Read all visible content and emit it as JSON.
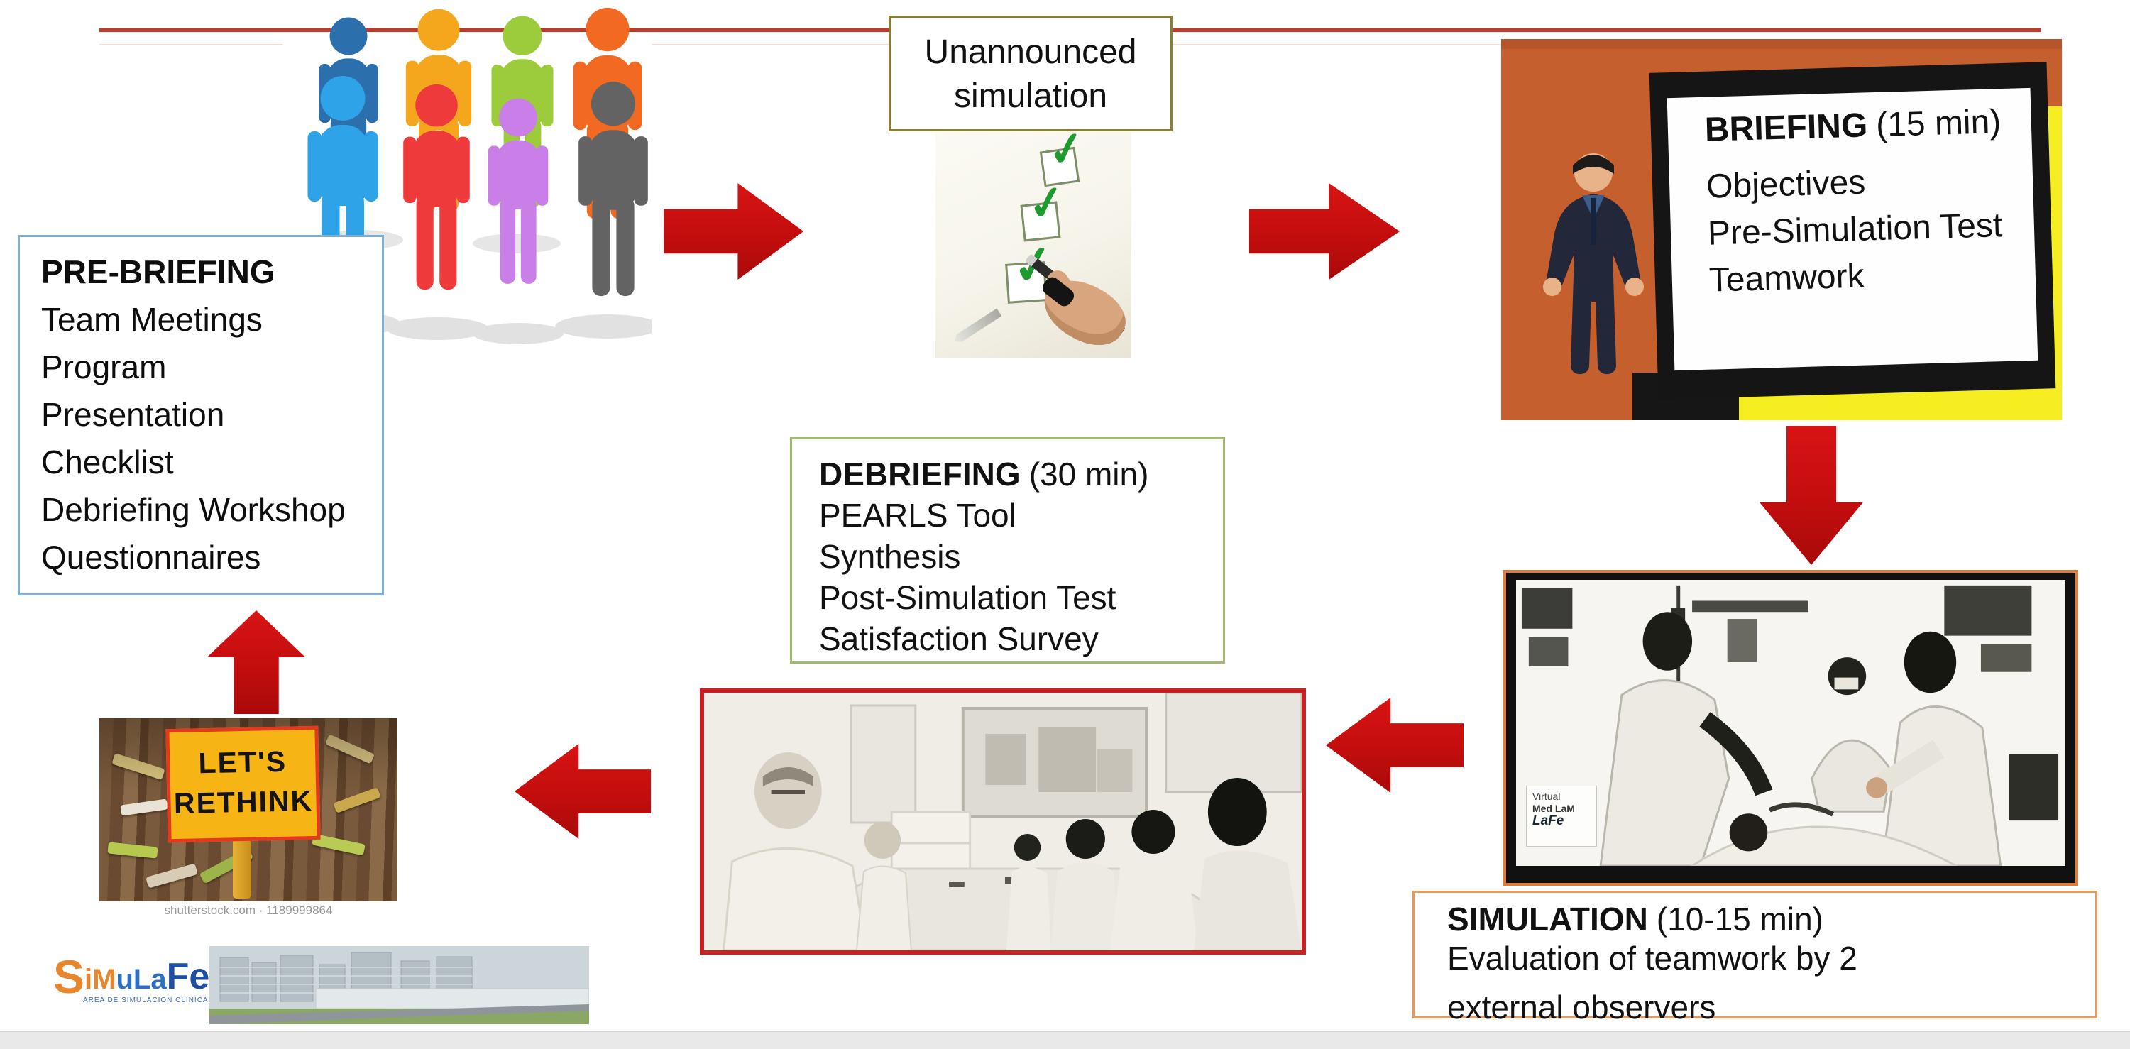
{
  "pre_briefing": {
    "title": "PRE-BRIEFING",
    "items": [
      "Team Meetings",
      "Program",
      "Presentation",
      "Checklist",
      "Debriefing Workshop",
      "Questionnaires"
    ],
    "border_color": "#7fafd4"
  },
  "unannounced": {
    "line1": "Unannounced",
    "line2": "simulation",
    "border_color": "#8f7d2e"
  },
  "briefing": {
    "title_bold": "BRIEFING",
    "title_rest": "(15 min)",
    "items": [
      "Objectives",
      "Pre-Simulation Test",
      "Teamwork"
    ]
  },
  "simulation": {
    "title_bold": "SIMULATION",
    "title_rest": "(10-15 min)",
    "line1": "Evaluation of teamwork by 2",
    "line2": "external observers",
    "border_color": "#e39a5d",
    "photo_label": {
      "line1": "Virtual",
      "line2": "Med LaM",
      "line3": "LaFe"
    }
  },
  "debriefing": {
    "title_bold": "DEBRIEFING",
    "title_rest": "(30 min)",
    "items": [
      "PEARLS Tool",
      "Synthesis",
      "Post-Simulation Test",
      "Satisfaction Survey"
    ],
    "border_color": "#9fbb6b"
  },
  "rethink": {
    "sign_line1": "LET'S",
    "sign_line2": "RETHINK",
    "watermark": "shutterstock.com · 1189999864",
    "sign_color": "#f6b514",
    "sign_border_color": "#e4391f"
  },
  "logo": {
    "s": "S",
    "part1": "iM",
    "part2": "uLa",
    "part3": "Fe",
    "tagline": "AREA DE SIMULACION CLINICA"
  },
  "icons": {
    "check": "✓"
  },
  "people": {
    "colors": [
      "#2b6fad",
      "#f4a71d",
      "#9ccb3b",
      "#f26a21",
      "#2fa3e8",
      "#ee3a3a",
      "#c97ee8",
      "#636363"
    ]
  },
  "colors": {
    "arrow_red": "#c9100f",
    "top_line_red": "#bf3a28",
    "briefing_bg_orange": "#c65f2e",
    "briefing_yellow": "#f6ee20",
    "photo_border_red": "#c92121",
    "sim_photo_border_orange": "#e07b39",
    "check_green": "#1e9a2e"
  }
}
